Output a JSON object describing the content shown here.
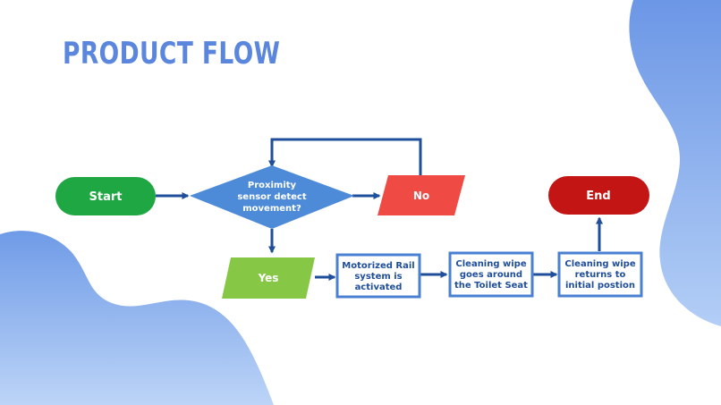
{
  "slide": {
    "title": "PRODUCT FLOW"
  },
  "flow": {
    "start": "Start",
    "decision": [
      "Proximity",
      "sensor detect",
      "movement?"
    ],
    "no": "No",
    "yes": "Yes",
    "step1": [
      "Motorized Rail",
      "system is",
      "activated"
    ],
    "step2": [
      "Cleaning wipe",
      "goes around",
      "the Toilet Seat"
    ],
    "step3": [
      "Cleaning wipe",
      "returns to",
      "initial postion"
    ],
    "end": "End"
  },
  "colors": {
    "title": "#5b86de",
    "blob": "#7ea6ec",
    "start": "#1fa743",
    "decision": "#4d8bd9",
    "no": "#f04a45",
    "yes": "#86c846",
    "end": "#c41515",
    "arrow": "#1f4e9a"
  }
}
